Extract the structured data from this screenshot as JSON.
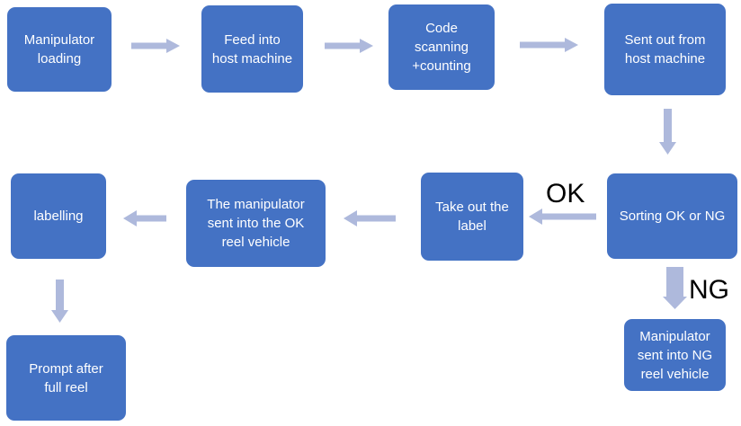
{
  "colors": {
    "box_fill": "#4472C4",
    "box_text": "#FFFFFF",
    "arrow_fill": "#AEB9DC",
    "edge_label_text": "#000000",
    "background": "#FFFFFF"
  },
  "diagram": {
    "type": "flowchart",
    "nodes": {
      "manipulator_loading": {
        "label": "Manipulator\nloading"
      },
      "feed_into_host_machine": {
        "label": "Feed into\nhost machine"
      },
      "code_scanning_counting": {
        "label": "Code\nscanning\n+counting"
      },
      "sent_out_from_host_machine": {
        "label": "Sent out from\nhost machine"
      },
      "sorting_ok_or_ng": {
        "label": "Sorting OK or NG"
      },
      "take_out_the_label": {
        "label": "Take out the\nlabel"
      },
      "manipulator_ok_reel": {
        "label": "The manipulator\nsent into the OK\nreel vehicle"
      },
      "labelling": {
        "label": "labelling"
      },
      "prompt_after_full_reel": {
        "label": "Prompt after\nfull reel"
      },
      "manipulator_ng_reel": {
        "label": "Manipulator\nsent into NG\nreel vehicle"
      }
    },
    "edge_labels": {
      "ok": "OK",
      "ng": "NG"
    },
    "edges": [
      {
        "from": "manipulator_loading",
        "to": "feed_into_host_machine",
        "direction": "right",
        "label": ""
      },
      {
        "from": "feed_into_host_machine",
        "to": "code_scanning_counting",
        "direction": "right",
        "label": ""
      },
      {
        "from": "code_scanning_counting",
        "to": "sent_out_from_host_machine",
        "direction": "right",
        "label": ""
      },
      {
        "from": "sent_out_from_host_machine",
        "to": "sorting_ok_or_ng",
        "direction": "down",
        "label": ""
      },
      {
        "from": "sorting_ok_or_ng",
        "to": "take_out_the_label",
        "direction": "left",
        "label": "OK"
      },
      {
        "from": "take_out_the_label",
        "to": "manipulator_ok_reel",
        "direction": "left",
        "label": ""
      },
      {
        "from": "manipulator_ok_reel",
        "to": "labelling",
        "direction": "left",
        "label": ""
      },
      {
        "from": "labelling",
        "to": "prompt_after_full_reel",
        "direction": "down",
        "label": ""
      },
      {
        "from": "sorting_ok_or_ng",
        "to": "manipulator_ng_reel",
        "direction": "down",
        "label": "NG"
      }
    ]
  }
}
